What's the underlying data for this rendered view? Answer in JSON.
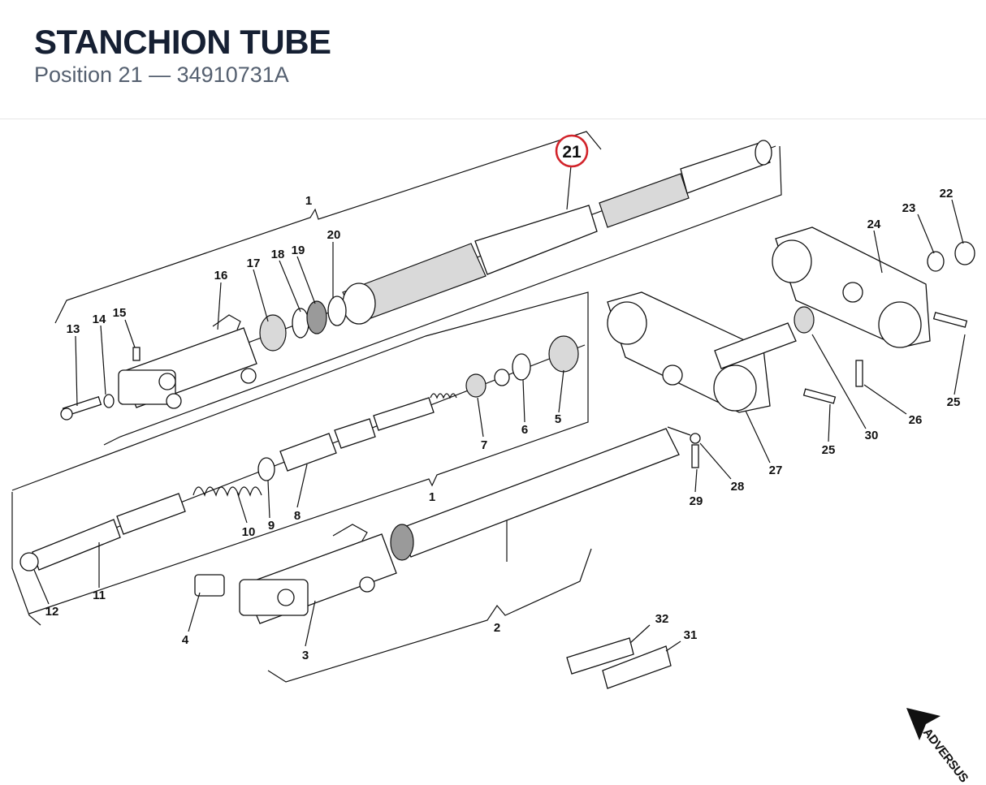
{
  "header": {
    "title": "STANCHION TUBE",
    "position_label": "Position 21",
    "separator": "—",
    "part_number": "34910731A"
  },
  "highlight": {
    "label": "21",
    "color": "#d2232a"
  },
  "callouts": [
    "1",
    "1",
    "2",
    "3",
    "4",
    "5",
    "6",
    "7",
    "8",
    "9",
    "10",
    "11",
    "12",
    "13",
    "14",
    "15",
    "16",
    "17",
    "18",
    "19",
    "20",
    "22",
    "23",
    "24",
    "25",
    "25",
    "26",
    "27",
    "28",
    "29",
    "30",
    "31",
    "32"
  ],
  "watermark": {
    "text": "ADVERSUS",
    "icon": "cursor-arrow-icon"
  }
}
